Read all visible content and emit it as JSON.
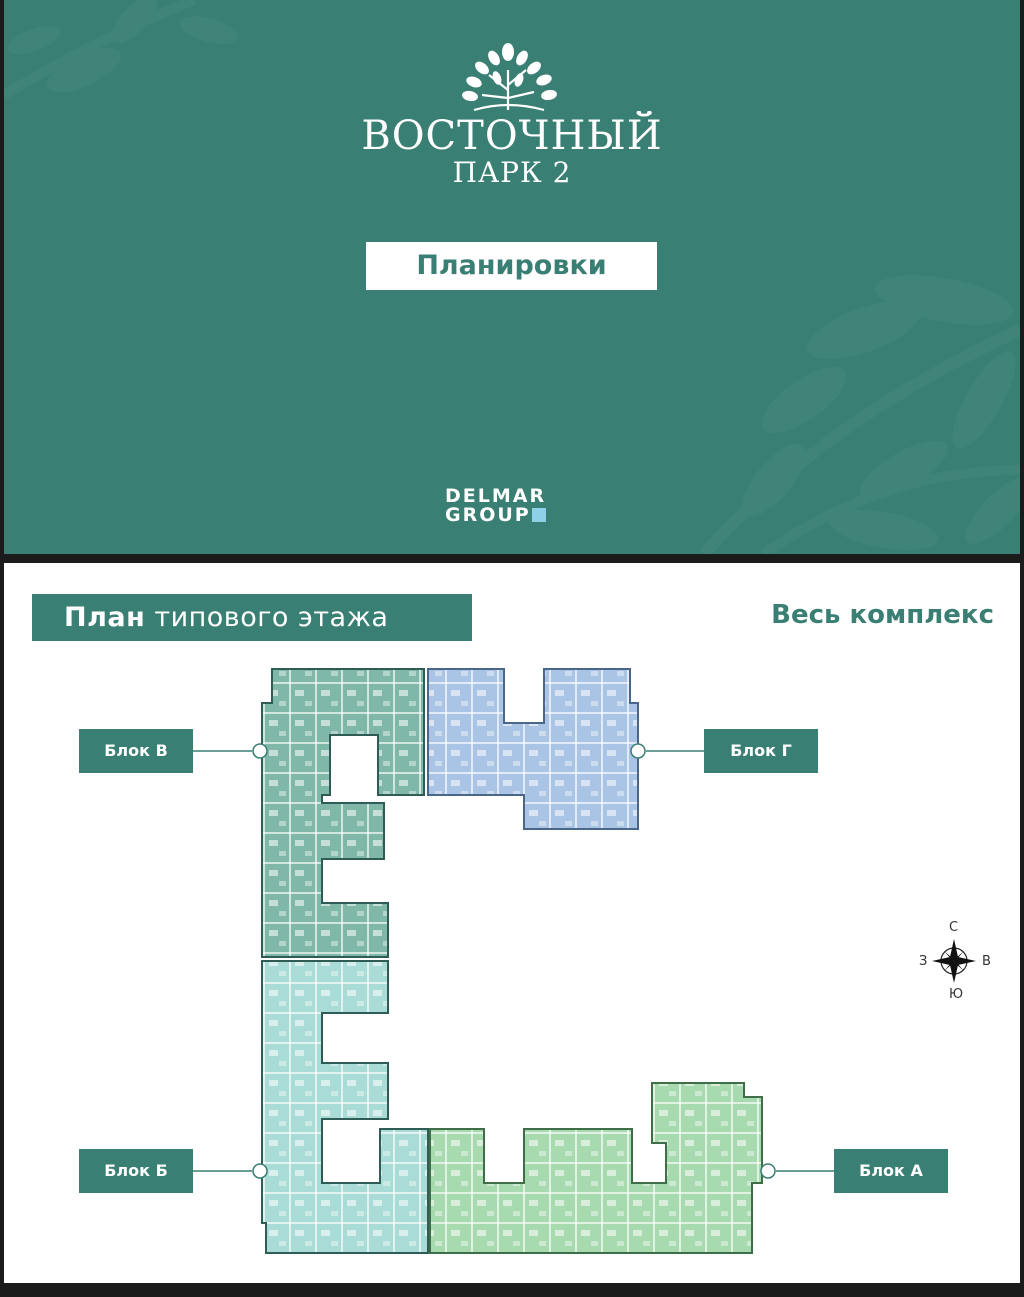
{
  "cover": {
    "project_title_line1": "ВОСТОЧНЫЙ",
    "project_title_line2": "ПАРК 2",
    "button_label": "Планировки",
    "developer_line1": "DELMAR",
    "developer_line2": "GROUP",
    "colors": {
      "background": "#3a7f74",
      "text": "#ffffff",
      "logo_square": "#8ed0e8"
    },
    "icons": [
      "tree-logo-icon",
      "leaf-decoration-icon"
    ]
  },
  "floor_plan": {
    "title_bold": "План",
    "title_rest": "типового этажа",
    "subtitle": "Весь комплекс",
    "blocks": {
      "v": "Блок В",
      "g": "Блок Г",
      "b": "Блок Б",
      "a": "Блок А"
    },
    "block_colors": {
      "v": "#7fb7a8",
      "g": "#a9c4e4",
      "b": "#a9dcd6",
      "a": "#a8dab0"
    },
    "compass": {
      "north": "С",
      "south": "Ю",
      "west": "З",
      "east": "В"
    },
    "icons": [
      "compass-rose-icon"
    ]
  }
}
